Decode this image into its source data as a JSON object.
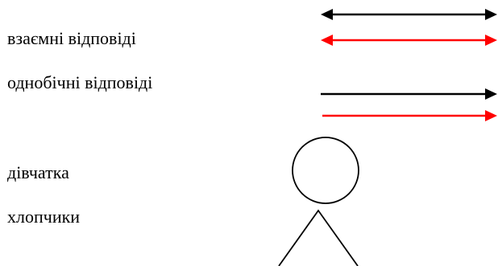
{
  "legend": {
    "mutual_label": "взаємні відповіді",
    "oneway_label": "однобічні відповіді",
    "girls_label": "дівчатка",
    "boys_label": "хлопчики"
  },
  "colors": {
    "black": "#000000",
    "red": "#ff0000"
  },
  "symbols": {
    "girl": "circle",
    "boy": "triangle"
  }
}
